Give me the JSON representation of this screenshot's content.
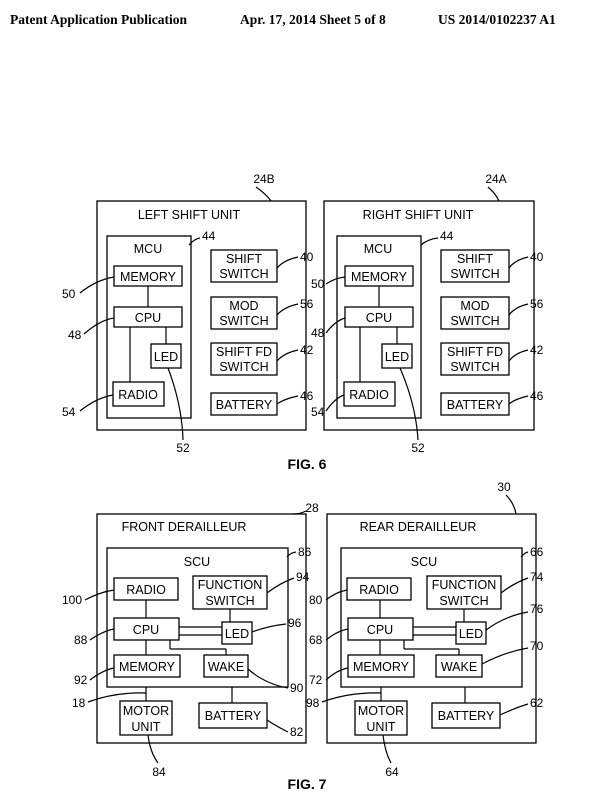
{
  "header": {
    "left": "Patent Application Publication",
    "middle": "Apr. 17, 2014  Sheet 5 of 8",
    "right": "US 2014/0102237 A1"
  },
  "fig6": {
    "caption": "FIG. 6",
    "left_unit": {
      "ref": "24B",
      "title": "LEFT SHIFT UNIT",
      "mcu": "MCU",
      "mcu_ref": "44",
      "memory": "MEMORY",
      "memory_ref": "50",
      "cpu": "CPU",
      "cpu_ref": "48",
      "led": "LED",
      "led_ref": "52",
      "radio": "RADIO",
      "radio_ref": "54",
      "shift_switch": [
        "SHIFT",
        "SWITCH"
      ],
      "shift_switch_ref": "40",
      "mod_switch": [
        "MOD",
        "SWITCH"
      ],
      "mod_switch_ref": "56",
      "shift_fd_switch": [
        "SHIFT FD",
        "SWITCH"
      ],
      "shift_fd_switch_ref": "42",
      "battery": "BATTERY",
      "battery_ref": "46"
    },
    "right_unit": {
      "ref": "24A",
      "title": "RIGHT SHIFT UNIT",
      "mcu": "MCU",
      "mcu_ref": "44",
      "memory": "MEMORY",
      "memory_ref": "50",
      "cpu": "CPU",
      "cpu_ref": "48",
      "led": "LED",
      "led_ref": "52",
      "radio": "RADIO",
      "radio_ref": "54",
      "shift_switch": [
        "SHIFT",
        "SWITCH"
      ],
      "shift_switch_ref": "40",
      "mod_switch": [
        "MOD",
        "SWITCH"
      ],
      "mod_switch_ref": "56",
      "shift_fd_switch": [
        "SHIFT FD",
        "SWITCH"
      ],
      "shift_fd_switch_ref": "42",
      "battery": "BATTERY",
      "battery_ref": "46"
    }
  },
  "fig7": {
    "caption": "FIG. 7",
    "front": {
      "ref": "28",
      "title": "FRONT DERAILLEUR",
      "scu": "SCU",
      "scu_ref": "86",
      "radio": "RADIO",
      "radio_ref": "100",
      "function_switch": [
        "FUNCTION",
        "SWITCH"
      ],
      "function_switch_ref": "94",
      "cpu": "CPU",
      "cpu_ref": "88",
      "led": "LED",
      "led_ref": "96",
      "memory": "MEMORY",
      "memory_ref": "92",
      "wake": "WAKE",
      "wake_ref": "90",
      "bus_ref": "18",
      "motor_unit": [
        "MOTOR",
        "UNIT"
      ],
      "motor_unit_ref": "84",
      "battery": "BATTERY",
      "battery_ref": "82"
    },
    "rear": {
      "ref": "30",
      "title": "REAR DERAILLEUR",
      "scu": "SCU",
      "scu_ref": "66",
      "radio": "RADIO",
      "radio_ref": "80",
      "function_switch": [
        "FUNCTION",
        "SWITCH"
      ],
      "function_switch_ref": "74",
      "cpu": "CPU",
      "cpu_ref": "68",
      "led": "LED",
      "led_ref": "76",
      "memory": "MEMORY",
      "memory_ref": "72",
      "wake": "WAKE",
      "wake_ref": "70",
      "bus_ref": "98",
      "motor_unit": [
        "MOTOR",
        "UNIT"
      ],
      "motor_unit_ref": "64",
      "battery": "BATTERY",
      "battery_ref": "62"
    }
  }
}
